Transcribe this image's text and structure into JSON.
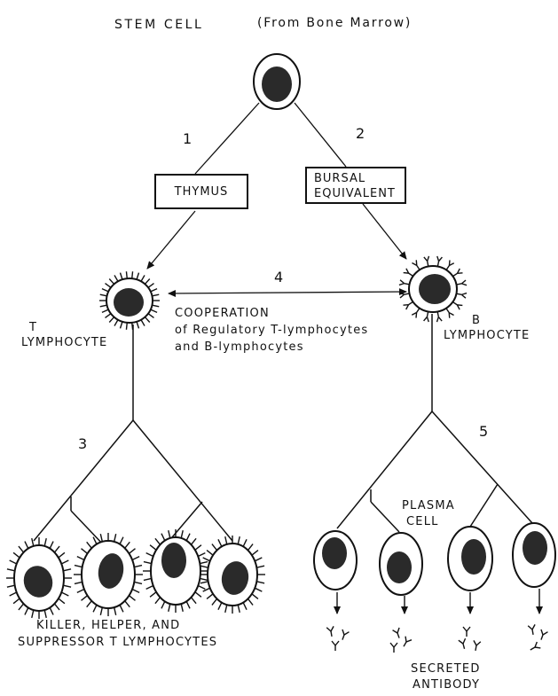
{
  "title": {
    "main": "STEM CELL",
    "sub": "(From Bone Marrow)"
  },
  "steps": {
    "one": "1",
    "two": "2",
    "three": "3",
    "four": "4",
    "five": "5"
  },
  "organs": {
    "thymus": "THYMUS",
    "bursal_line1": "BURSAL",
    "bursal_line2": "EQUIVALENT"
  },
  "t_cell": {
    "line1": "T",
    "line2": "LYMPHOCYTE"
  },
  "b_cell": {
    "line1": "B",
    "line2": "LYMPHOCYTE"
  },
  "cooperation": {
    "line1": "COOPERATION",
    "line2": "of Regulatory T-lymphocytes",
    "line3": "and B-lymphocytes"
  },
  "plasma": {
    "line1": "PLASMA",
    "line2": "CELL"
  },
  "t_subsets": {
    "line1": "KILLER, HELPER, AND",
    "line2": "SUPPRESSOR  T LYMPHOCYTES"
  },
  "secreted": {
    "line1": "SECRETED",
    "line2": "ANTIBODY"
  }
}
